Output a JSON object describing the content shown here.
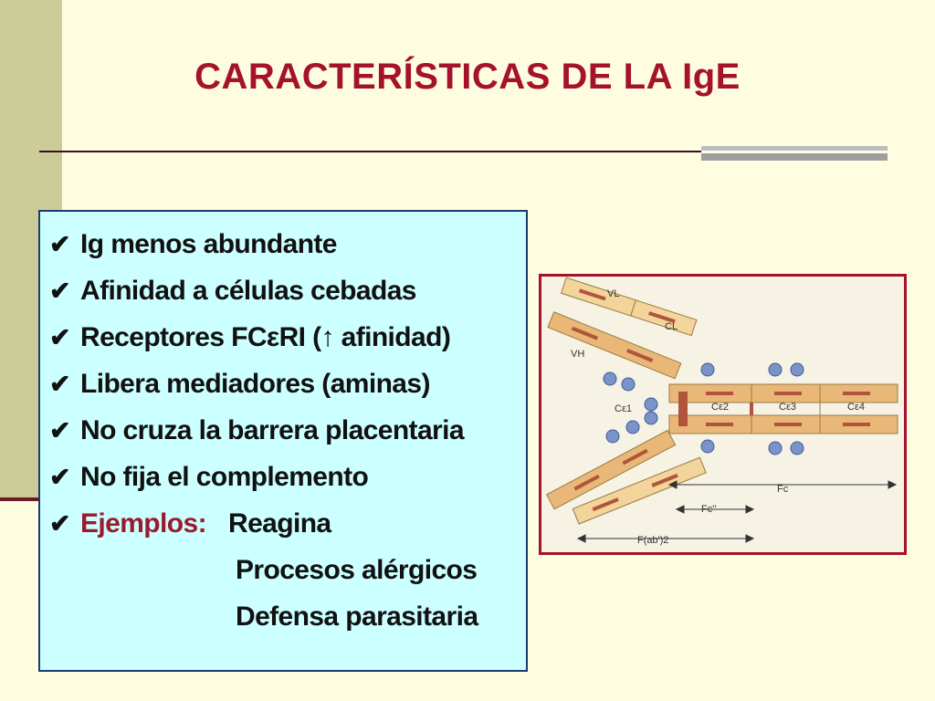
{
  "slide": {
    "title": "CARACTERÍSTICAS DE LA IgE"
  },
  "colors": {
    "title": "#A5122C",
    "background": "#FFFDE0",
    "band": "#CCCC99",
    "textbox_bg": "#CCFFFF",
    "textbox_border": "#1F3A6E",
    "example_label": "#9C1A2F"
  },
  "bullets": [
    {
      "text": "Ig menos abundante"
    },
    {
      "text": "Afinidad a células cebadas"
    },
    {
      "text": "Receptores FCεRI (↑ afinidad)"
    },
    {
      "text": "Libera mediadores (aminas)"
    },
    {
      "text": "No cruza la barrera placentaria"
    },
    {
      "text": "No fija el complemento"
    }
  ],
  "examples": {
    "label": "Ejemplos:",
    "items": [
      "Reagina",
      "Procesos alérgicos",
      "Defensa parasitaria"
    ]
  },
  "check_icon": "check-mark-icon",
  "diagram": {
    "labels": {
      "vl": "VL",
      "cl": "CL",
      "vh": "VH",
      "ce1": "Cε1",
      "ce2": "Cε2",
      "ce3": "Cε3",
      "ce4": "Cε4",
      "fc": "Fc",
      "fc2": "Fc''",
      "fab": "F(ab')2"
    }
  }
}
